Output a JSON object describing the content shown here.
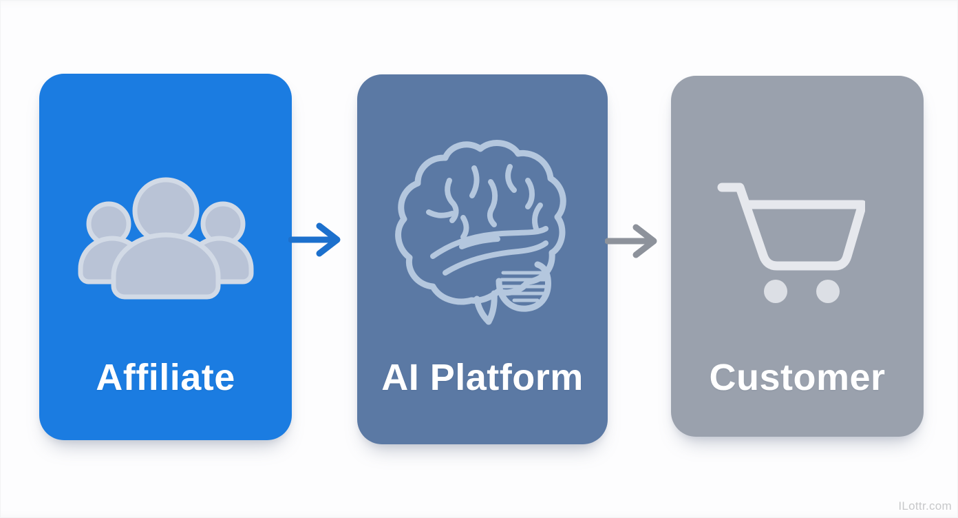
{
  "diagram": {
    "type": "flow",
    "direction": "left-to-right",
    "label_color": "#ffffff",
    "nodes": [
      {
        "id": "affiliate",
        "label": "Affiliate",
        "icon": "users-icon",
        "bg": "#1b7ce1",
        "icon_stroke": "#d2dae6",
        "icon_fill": "#b9c3d6"
      },
      {
        "id": "ai-platform",
        "label": "AI Platform",
        "icon": "brain-icon",
        "bg": "#5b79a4",
        "icon_stroke": "#b4c7de",
        "icon_fill": "none"
      },
      {
        "id": "customer",
        "label": "Customer",
        "icon": "cart-icon",
        "bg": "#9aa1ad",
        "icon_stroke": "#e6e8ed",
        "icon_fill": "#dcdfe5"
      }
    ],
    "connectors": [
      {
        "from": "affiliate",
        "to": "ai-platform",
        "direction": "right",
        "color": "#1c70cd"
      },
      {
        "from": "ai-platform",
        "to": "customer",
        "direction": "right",
        "color": "#8d929b"
      }
    ]
  },
  "watermark": {
    "text": "ILottr.com",
    "color": "#c7c8ca"
  }
}
